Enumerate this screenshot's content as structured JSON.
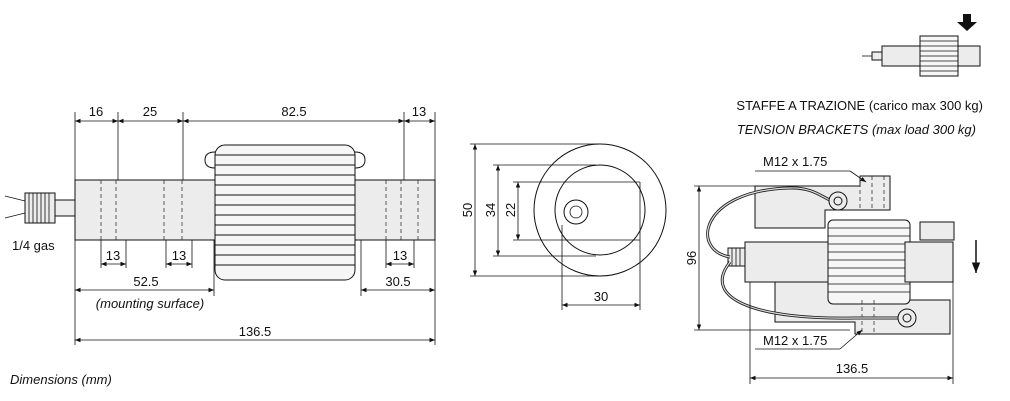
{
  "side_view": {
    "dim_16": "16",
    "dim_25": "25",
    "dim_82_5": "82.5",
    "dim_13_top": "13",
    "thread_label": "1/4 gas",
    "dim_13_a": "13",
    "dim_13_b": "13",
    "dim_13_c": "13",
    "dim_52_5": "52.5",
    "mounting_note": "(mounting surface)",
    "dim_30_5": "30.5",
    "dim_136_5": "136.5"
  },
  "end_view": {
    "dim_50": "50",
    "dim_34": "34",
    "dim_22": "22",
    "dim_30": "30"
  },
  "brackets": {
    "title_it": "STAFFE A TRAZIONE (carico max 300 kg)",
    "title_en": "TENSION BRACKETS (max load 300 kg)",
    "bolt_top": "M12 x 1.75",
    "bolt_bottom": "M12 x 1.75",
    "dim_96": "96",
    "dim_136_5": "136.5"
  },
  "footer": {
    "units_note": "Dimensions (mm)"
  }
}
